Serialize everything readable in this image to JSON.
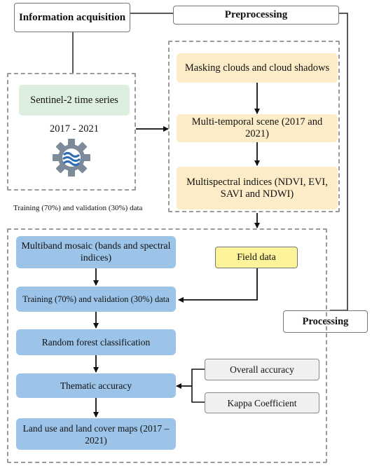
{
  "headers": {
    "information_acquisition": "Information acquisition",
    "preprocessing": "Preprocessing",
    "processing": "Processing"
  },
  "acquisition": {
    "sentinel": "Sentinel-2 time series",
    "years": "2017 - 2021",
    "icon": "gear-wave-icon",
    "note": "Training (70%) and validation (30%) data"
  },
  "preprocessing_steps": [
    "Masking clouds and cloud shadows",
    "Multi-temporal scene (2017 and 2021)",
    "Multispectral indices (NDVI, EVI, SAVI and NDWI)"
  ],
  "processing_steps": {
    "mosaic": "Multiband mosaic (bands and spectral indices)",
    "field": "Field data",
    "training": "Training (70%) and validation (30%) data",
    "rf": "Random forest classification",
    "thematic": "Thematic accuracy",
    "overall": "Overall accuracy",
    "kappa": "Kappa Coefficient",
    "maps": "Land use and land cover maps (2017 – 2021)"
  },
  "colors": {
    "yellow_box": "#fdecc8",
    "green_box": "#dceedd",
    "blue_box": "#9cc3e8",
    "field_box": "#fdf39a",
    "grey_box": "#f0f0f0",
    "dash_border": "#9a9a9a"
  }
}
